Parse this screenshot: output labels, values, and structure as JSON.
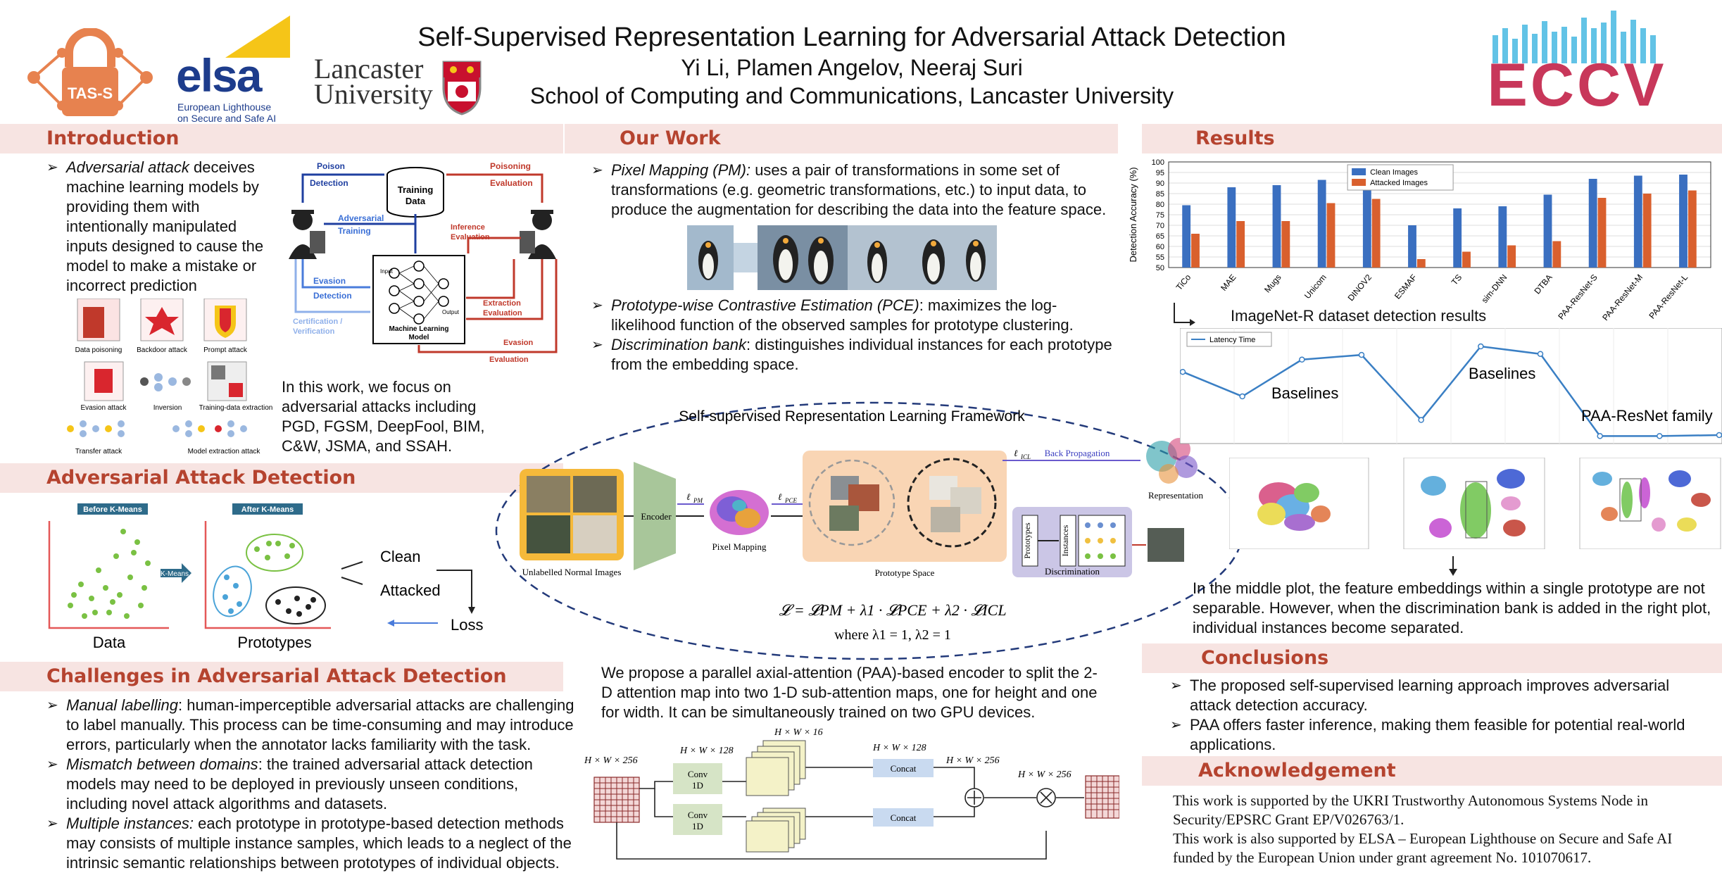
{
  "header": {
    "title": "Self-Supervised Representation Learning for Adversarial Attack Detection",
    "authors": "Yi Li, Plamen Angelov, Neeraj Suri",
    "affiliation": "School of Computing and Communications, Lancaster University",
    "logo_tas": "TAS-S",
    "logo_elsa": "elsa",
    "logo_elsa_sub1": "European Lighthouse",
    "logo_elsa_sub2": "on Secure and Safe AI",
    "logo_lancaster1": "Lancaster",
    "logo_lancaster2": "University",
    "logo_eccv": "ECCV",
    "colors": {
      "section_bg": "#f7e4e2",
      "section_text": "#b5432f",
      "eccv": "#c8375a"
    }
  },
  "introduction": {
    "heading": "Introduction",
    "bullet_em": "Adversarial attack",
    "bullet_rest": " deceives machine learning models by providing them with intentionally manipulated inputs designed to cause the model to make a mistake or incorrect prediction",
    "focus": "In this work, we focus on adversarial attacks including PGD, FGSM, DeepFool, BIM, C&W, JSMA, and SSAH.",
    "diagram": {
      "poison": "Poison",
      "detection": "Detection",
      "training_data1": "Training",
      "training_data2": "Data",
      "adversarial": "Adversarial",
      "training": "Training",
      "evasion": "Evasion",
      "detection2": "Detection",
      "cert": "Certification /",
      "verif": "Verification",
      "inference1": "Inference",
      "inference2": "Evaluation",
      "poisoning": "Poisoning",
      "evaluation": "Evaluation",
      "extraction": "Extraction",
      "extraction_eval": "Evaluation",
      "evasion_r": "Evasion",
      "evasion_eval": "Evaluation",
      "input": "Input",
      "output": "Output",
      "ml1": "Machine Learning",
      "ml2": "Model"
    },
    "attacks": [
      "Data poisoning",
      "Backdoor attack",
      "Prompt attack",
      "Evasion attack",
      "Inversion",
      "Training-data extraction",
      "Transfer attack",
      "Model extraction attack"
    ]
  },
  "aad": {
    "heading": "Adversarial Attack Detection",
    "before": "Before K-Means",
    "after": "After K-Means",
    "kmeans": "K-Means",
    "data": "Data",
    "prototypes": "Prototypes",
    "clean": "Clean",
    "attacked": "Attacked",
    "loss": "Loss"
  },
  "challenges": {
    "heading": "Challenges in Adversarial Attack Detection",
    "items": [
      {
        "em": "Manual labelling",
        "rest": ": human-imperceptible adversarial attacks are challenging to label manually. This process can be time-consuming and may introduce errors, particularly when the annotator lacks familiarity with the task."
      },
      {
        "em": "Mismatch between domains",
        "rest": ": the trained adversarial attack detection models may need to be deployed in previously unseen conditions, including novel attack algorithms and datasets."
      },
      {
        "em": "Multiple instances:",
        "rest": " each prototype in prototype-based detection methods may consists of multiple instance samples, which leads to a neglect of the intrinsic semantic relationships between prototypes of individual objects."
      }
    ]
  },
  "our_work": {
    "heading": "Our Work",
    "items": [
      {
        "em": "Pixel Mapping  (PM):",
        "rest": " uses a pair of transformations in some set of transformations (e.g. geometric transformations, etc.) to input data, to produce the augmentation for describing the data into the feature space."
      },
      {
        "em": "Prototype-wise Contrastive Estimation (PCE)",
        "rest": ": maximizes the log-likelihood function of the observed samples for prototype clustering."
      },
      {
        "em": "Discrimination bank",
        "rest": ": distinguishes individual instances for each prototype from the embedding space."
      }
    ],
    "framework": {
      "title": "Self-supervised Representation Learning Framework",
      "unlabelled": "Unlabelled Normal Images",
      "encoder": "Encoder",
      "pixel_mapping": "Pixel Mapping",
      "lpm": "ℓ",
      "lpm_sub": "PM",
      "lpce": "ℓ",
      "lpce_sub": "PCE",
      "licl": "ℓ",
      "licl_sub": "ICL",
      "prototype_space": "Prototype Space",
      "back_prop": "Back Propagation",
      "representation": "Representation",
      "prototypes": "Prototypes",
      "instances": "Instances",
      "discrimination": "Discrimination",
      "loss_formula": "𝓛 = 𝓛PM + λ1 · 𝓛PCE + λ2 · 𝓛ICL",
      "where": "where λ1 = 1, λ2 = 1"
    },
    "paa_text": "We propose a parallel axial-attention (PAA)-based encoder to split the 2-D attention map into two 1-D sub-attention maps, one for height and one for width. It can be simultaneously trained on two GPU devices.",
    "paa": {
      "in_dim": "H × W × 256",
      "conv": "Conv",
      "oned": "1D",
      "d128": "H × W × 128",
      "d16": "H × W × 16",
      "concat": "Concat",
      "d128b": "H × W × 128",
      "d256": "H × W × 256",
      "d256b": "H × W × 256"
    }
  },
  "results": {
    "heading": "Results",
    "chart_caption": "ImageNet-R dataset detection results",
    "latency_legend": "Latency Time",
    "label_baselines1": "Baselines",
    "label_baselines2": "Baselines",
    "label_paa": "PAA-ResNet family",
    "tsne_text": "In the middle plot, the feature embeddings within a single prototype are not separable. However, when the discrimination bank is added in the right plot, individual instances become separated."
  },
  "chart_data": [
    {
      "type": "bar",
      "ylabel": "Detection Accuracy (%)",
      "ylim": [
        50,
        100
      ],
      "yticks": [
        50,
        55,
        60,
        65,
        70,
        75,
        80,
        85,
        90,
        95,
        100
      ],
      "grid": true,
      "legend_position": "top-center",
      "categories": [
        "TiCo",
        "MAE",
        "Mugs",
        "Unicom",
        "DINOV2",
        "ESMAF",
        "TS",
        "sim-DNN",
        "DTBA",
        "PAA-ResNet-S",
        "PAA-ResNet-M",
        "PAA-ResNet-L"
      ],
      "series": [
        {
          "name": "Clean Images",
          "color": "#3a6fc0",
          "values": [
            79.5,
            88,
            89,
            91.5,
            92.5,
            70,
            78,
            79,
            84.5,
            92,
            93.5,
            94
          ]
        },
        {
          "name": "Attacked Images",
          "color": "#d9602e",
          "values": [
            66,
            72,
            72,
            80.5,
            82.5,
            54,
            57.5,
            60.5,
            62.5,
            83,
            85,
            86.5
          ]
        }
      ]
    },
    {
      "type": "line",
      "series": [
        {
          "name": "Latency Time",
          "color": "#3a7fc4",
          "values": [
            0.7,
            0.44,
            0.83,
            0.88,
            0.19,
            0.97,
            0.89,
            0.02,
            0.02,
            0.03
          ]
        }
      ]
    }
  ],
  "conclusions": {
    "heading": "Conclusions",
    "items": [
      "The proposed self-supervised learning approach improves adversarial attack detection accuracy.",
      "PAA offers faster inference, making them feasible for potential real-world applications."
    ]
  },
  "acknowledgement": {
    "heading": "Acknowledgement",
    "p1": "This work is supported by the UKRI Trustworthy Autonomous Systems Node in Security/EPSRC Grant EP/V026763/1.",
    "p2": "This work is also supported by ELSA – European Lighthouse on Secure and Safe AI funded by the European Union under grant agreement No. 101070617."
  }
}
